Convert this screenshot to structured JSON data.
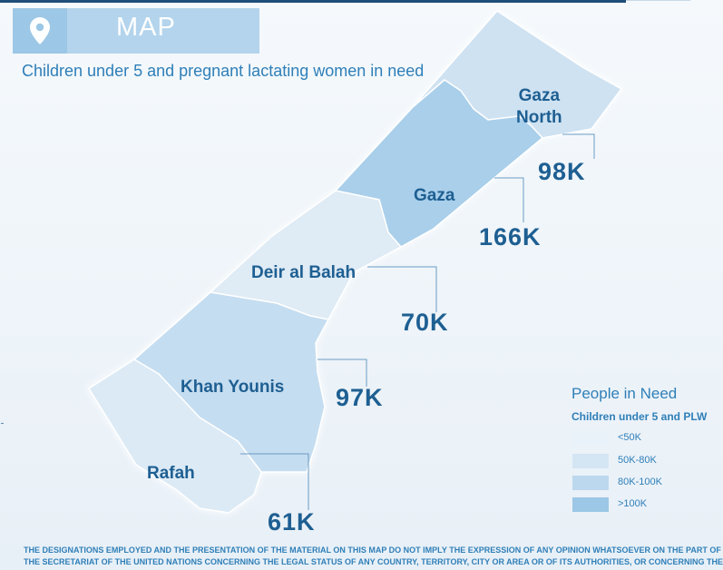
{
  "header": {
    "title": "MAP",
    "icon": "location-pin-icon",
    "subtitle": "Children under 5 and pregnant lactating women in need"
  },
  "governorates": [
    {
      "id": "gaza-north",
      "name_lines": [
        "Gaza",
        "North"
      ],
      "value": "98K",
      "people_in_need": 98000,
      "class": "80K-100K",
      "fill": "#cfe2f2"
    },
    {
      "id": "gaza",
      "name_lines": [
        "Gaza"
      ],
      "value": "166K",
      "people_in_need": 166000,
      "class": ">100K",
      "fill": "#a9cfea"
    },
    {
      "id": "deir-al-balah",
      "name_lines": [
        "Deir al Balah"
      ],
      "value": "70K",
      "people_in_need": 70000,
      "class": "50K-80K",
      "fill": "#dfebf5"
    },
    {
      "id": "khan-younis",
      "name_lines": [
        "Khan Younis"
      ],
      "value": "97K",
      "people_in_need": 97000,
      "class": "80K-100K",
      "fill": "#c5ddf0"
    },
    {
      "id": "rafah",
      "name_lines": [
        "Rafah"
      ],
      "value": "61K",
      "people_in_need": 61000,
      "class": "50K-80K",
      "fill": "#dceaf5"
    }
  ],
  "legend": {
    "title": "People in Need",
    "subtitle": "Children under 5 and PLW",
    "items": [
      {
        "label": "<50K",
        "color": "#eaf2f9"
      },
      {
        "label": "50K-80K",
        "color": "#d4e6f4"
      },
      {
        "label": "80K-100K",
        "color": "#bcd8ee"
      },
      {
        "label": ">100K",
        "color": "#9cc7e6"
      }
    ]
  },
  "disclaimer": {
    "line1": "THE DESIGNATIONS EMPLOYED AND THE PRESENTATION OF THE MATERIAL ON THIS MAP DO NOT IMPLY THE EXPRESSION OF ANY OPINION WHATSOEVER ON THE PART OF",
    "line2": "THE SECRETARIAT OF THE UNITED NATIONS CONCERNING THE LEGAL STATUS OF ANY COUNTRY, TERRITORY, CITY OR AREA OR OF ITS AUTHORITIES, OR CONCERNING THE"
  },
  "colors": {
    "accent": "#2f7fb8",
    "label": "#1e5f92",
    "leader_line": "#6a9cc4"
  }
}
